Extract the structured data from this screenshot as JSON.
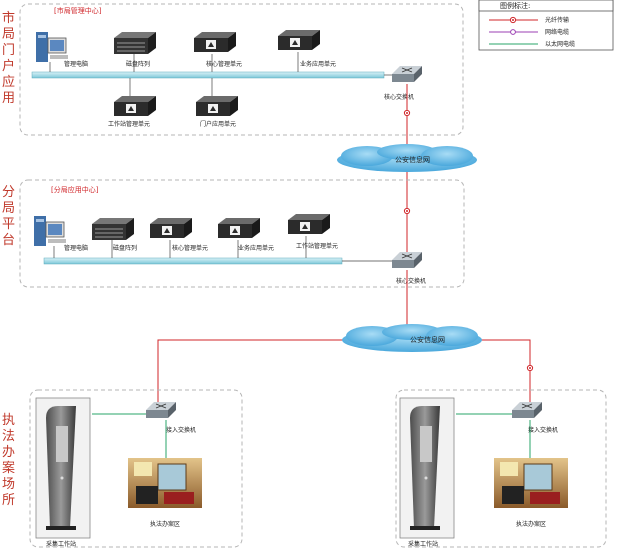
{
  "sections": {
    "city": {
      "side_label": [
        "市",
        "局",
        "门",
        "户",
        "应",
        "用"
      ],
      "center_label": "[市局管理中心]"
    },
    "branch": {
      "side_label": [
        "分",
        "局",
        "平",
        "台"
      ],
      "center_label": "[分局应用中心]"
    },
    "site": {
      "side_label": [
        "执",
        "法",
        "办",
        "案",
        "场",
        "所"
      ]
    }
  },
  "legend": {
    "title": "图例标注:",
    "items": [
      {
        "label": "光纤传输",
        "color": "#d0262a",
        "icon": "fiber-node-icon"
      },
      {
        "label": "网络电缆",
        "color": "#9b3fb3",
        "icon": "network-cable-icon"
      },
      {
        "label": "以太网电缆",
        "color": "#2aa46a",
        "icon": "ethernet-line-icon"
      }
    ]
  },
  "city_nodes": {
    "mgmt_pc": "管理电脑",
    "disk_array": "磁盘阵列",
    "core_mgmt": "核心管理单元",
    "biz_app": "业务应用单元",
    "workstation_mgmt": "工作站管理单元",
    "portal_app": "门户应用单元",
    "core_switch": "核心交换机"
  },
  "cloud1": "公安信息网",
  "branch_nodes": {
    "mgmt_pc": "管理电脑",
    "disk_array": "磁盘阵列",
    "core_mgmt": "核心管理单元",
    "biz_app": "业务应用单元",
    "workstation_mgmt": "工作站管理单元",
    "core_switch": "核心交换机"
  },
  "cloud2": "公安信息网",
  "site_left": {
    "switch": "接入交换机",
    "kiosk": "采集工作站",
    "room": "执法办案区"
  },
  "site_right": {
    "switch": "接入交换机",
    "kiosk": "采集工作站",
    "room": "执法办案区"
  }
}
